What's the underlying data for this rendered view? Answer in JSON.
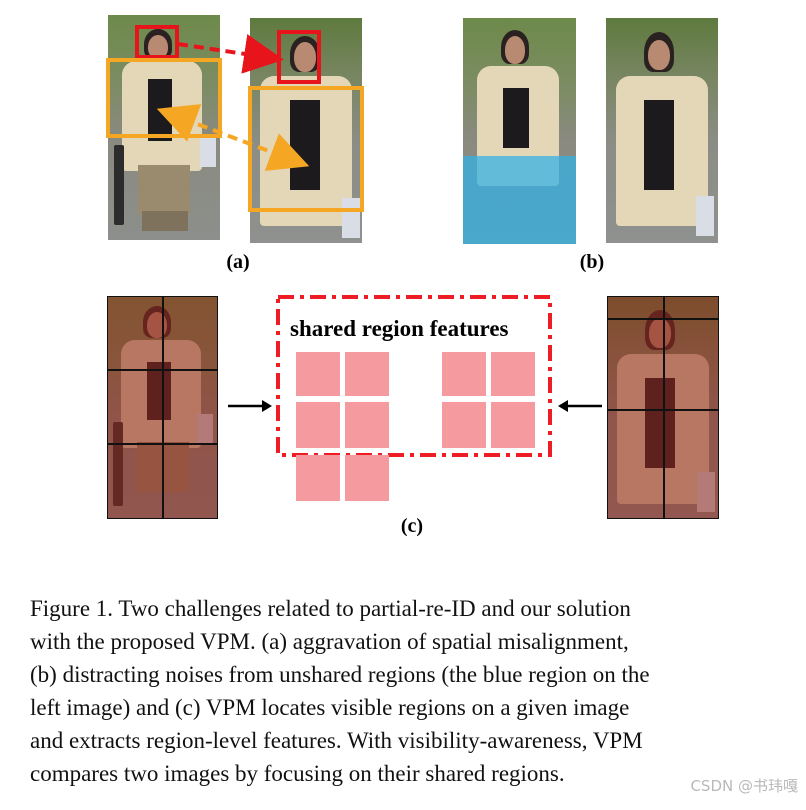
{
  "panel_labels": {
    "a": "(a)",
    "b": "(b)",
    "c": "(c)"
  },
  "shared_box_title": "shared region features",
  "caption_lines": [
    "Figure 1. Two challenges related to partial-re-ID and our solution",
    "with the proposed VPM. (a) aggravation of spatial misalignment,",
    "(b) distracting noises from unshared regions (the blue region on the",
    "left image) and (c) VPM locates visible regions on a given image",
    "and extracts region-level features. With visibility-awareness, VPM",
    "compares two images by focusing on their shared regions."
  ],
  "watermark": "CSDN @书玮嘎",
  "colors": {
    "head_box": "#e8141c",
    "body_box": "#f5a623",
    "shared_box": "#ee1d23",
    "feature_square": "#f59a9e",
    "unshared_overlay": "#30b2e6",
    "region_tint": "#96281e"
  },
  "icons": [
    "person-photo",
    "dashed-arrow",
    "solid-arrow"
  ]
}
